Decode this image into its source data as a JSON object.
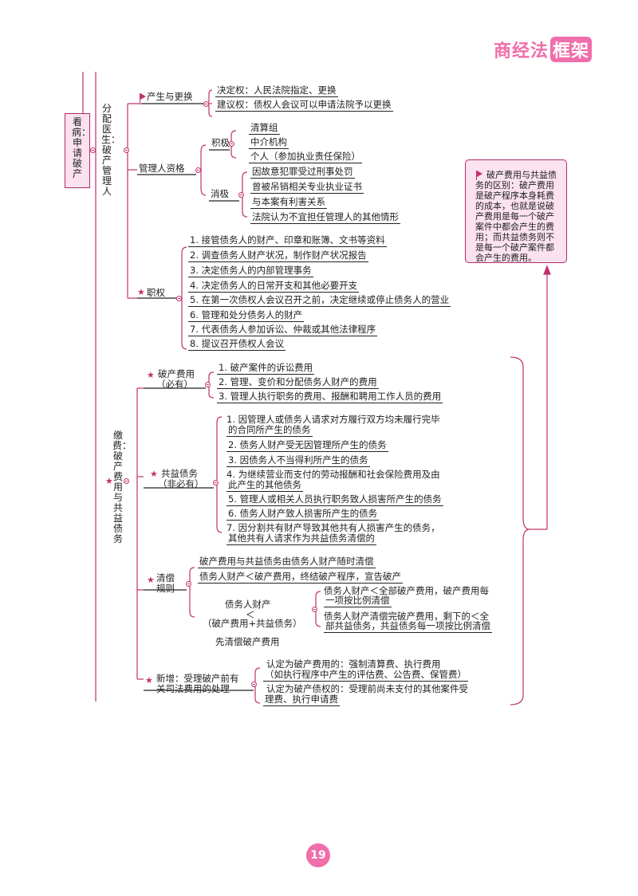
{
  "header": {
    "logo_text": "商经法",
    "logo_box": "框架"
  },
  "page_number": "19",
  "side_box": "看病：申请破产",
  "branch_alloc": "分配医生：破产管理人",
  "branch_fee": "缴费：破产费用与共益债务",
  "chan_sheng": {
    "label": "产生与更换",
    "items": [
      "决定权：人民法院指定、更换",
      "建议权：债权人会议可以申请法院予以更换"
    ]
  },
  "zige": {
    "label": "管理人资格",
    "ji_ji": "积极",
    "ji_ji_items": [
      "清算组",
      "中介机构",
      "个人（参加执业责任保险）"
    ],
    "xiao_ji": "消极",
    "xiao_ji_items": [
      "因故意犯罪受过刑事处罚",
      "曾被吊销相关专业执业证书",
      "与本案有利害关系",
      "法院认为不宜担任管理人的其他情形"
    ]
  },
  "zhiquan": {
    "label": "职权",
    "items": [
      "1. 接管债务人的财产、印章和账簿、文书等资料",
      "2. 调查债务人财产状况，制作财产状况报告",
      "3. 决定债务人的内部管理事务",
      "4. 决定债务人的日常开支和其他必要开支",
      "5. 在第一次债权人会议召开之前，决定继续或停止债务人的营业",
      "6. 管理和处分债务人的财产",
      "7. 代表债务人参加诉讼、仲裁或其他法律程序",
      "8. 提议召开债权人会议"
    ]
  },
  "pochan_feiyong": {
    "label1": "破产费用",
    "label2": "（必有）",
    "items": [
      "1. 破产案件的诉讼费用",
      "2. 管理、变价和分配债务人财产的费用",
      "3. 管理人执行职务的费用、报酬和聘用工作人员的费用"
    ]
  },
  "gongyi": {
    "label1": "共益债务",
    "label2": "（非必有）",
    "items": [
      "1. 因管理人或债务人请求对方履行双方均未履行完毕",
      "的合同所产生的债务",
      "2. 债务人财产受无因管理所产生的债务",
      "3. 因债务人不当得利所产生的债务",
      "4. 为继续营业而支付的劳动报酬和社会保险费用及由",
      "此产生的其他债务",
      "5. 管理人或相关人员执行职务致人损害所产生的债务",
      "6. 债务人财产致人损害所产生的债务",
      "7. 因分割共有财产导致其他共有人损害产生的债务，",
      "其他共有人请求作为共益债务清偿的"
    ]
  },
  "qingchang": {
    "label1": "清偿",
    "label2": "规则",
    "item1": "破产费用与共益债务由债务人财产随时清偿",
    "item2": "债务人财产＜破产费用，终结破产程序，宣告破产",
    "cmp1": "债务人财产",
    "cmp2": "＜",
    "cmp3": "（破产费用+共益债务）",
    "sub1a": "债务人财产＜全部破产费用，破产费用每",
    "sub1b": "一项按比例清偿",
    "sub2a": "债务人财产清偿完破产费用，剩下的＜全",
    "sub2b": "部共益债务，共益债务每一项按比例清偿",
    "first": "先清偿破产费用"
  },
  "xinzeng": {
    "label1": "新增：受理破产前有",
    "label2": "关司法费用的处理",
    "item1a": "认定为破产费用的：强制清算费、执行费用",
    "item1b": "（如执行程序中产生的评估费、公告费、保管费）",
    "item2a": "认定为破产债权的：受理前尚未支付的其他案件受",
    "item2b": "理费、执行申请费"
  },
  "note": "破产费用与共益债务的区别：破产费用是破产程序本身耗费的成本，也就是说破产费用是每一个破产案件中都会产生的费用；而共益债务则不是每一个破产案件都会产生的费用。"
}
